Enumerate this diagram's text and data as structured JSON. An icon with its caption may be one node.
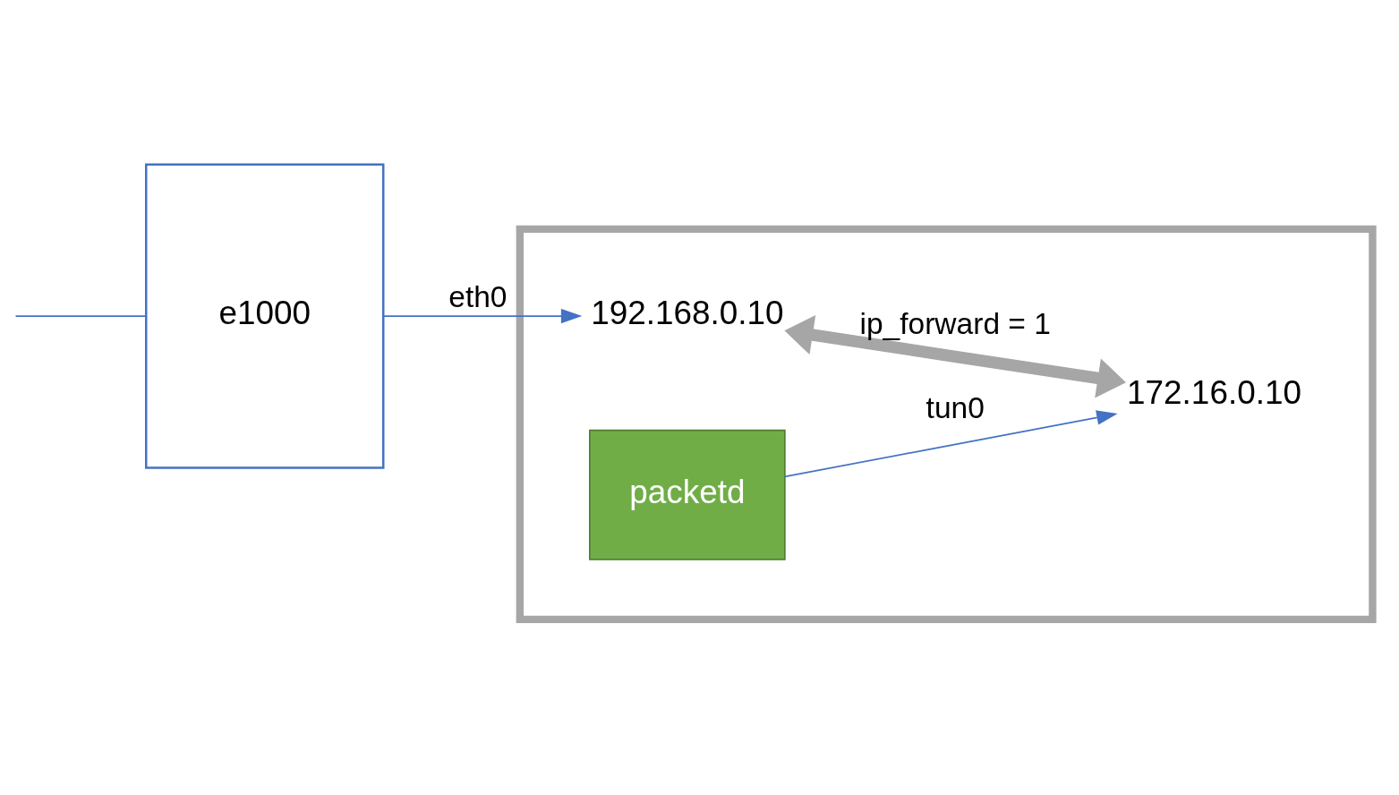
{
  "diagram": {
    "nodes": [
      {
        "text": [],
        "shape": "box"
      },
      {
        "text": [
          "e1000"
        ]
      },
      {
        "text": [
          "192.168.0.10"
        ],
        "in": 0
      },
      {
        "text": [
          "172.16.0.10"
        ],
        "in": 0
      },
      {
        "text": [
          "packetd"
        ],
        "in": 0
      }
    ],
    "edges": [
      {
        "from": null,
        "to": 1,
        "arrow": "none"
      },
      {
        "from": 1,
        "to": 2,
        "arrow": "to",
        "label": "eth0"
      },
      {
        "from": 2,
        "to": 3,
        "arrow": "both",
        "label": "ip_forward = 1",
        "style": "thick",
        "color": "#a6a6a6"
      },
      {
        "from": 4,
        "to": 3,
        "arrow": "to",
        "label": "tun0"
      }
    ]
  }
}
